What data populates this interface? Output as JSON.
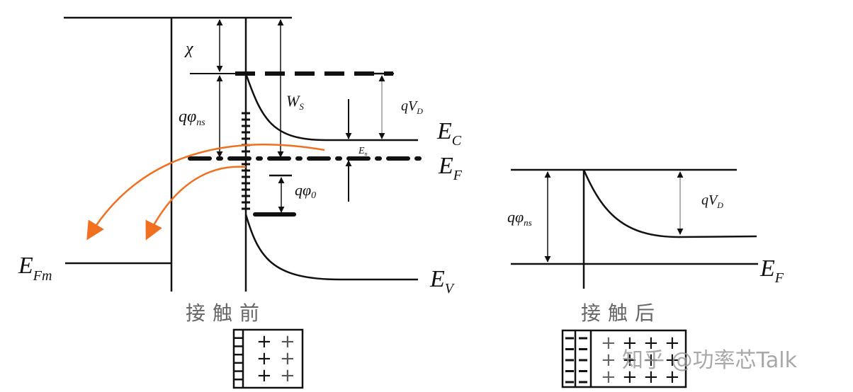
{
  "title": "Metal–semiconductor (Schottky) contact energy band diagram",
  "colors": {
    "line": "#111111",
    "electron_flow": "#f07020",
    "caption": "#666666",
    "watermark": "#9a9a9a"
  },
  "before_contact": {
    "caption": "接触前",
    "labels": {
      "chi": "χ",
      "q_phi_ns": "qφ",
      "q_phi_ns_sub": "ns",
      "W_s": "W",
      "W_s_sub": "S",
      "q_V_D": "qV",
      "q_V_D_sub": "D",
      "E_n": "E",
      "E_n_sub": "n",
      "q_phi_0": "qφ",
      "q_phi_0_sub": "0",
      "E_C": "E",
      "E_C_sub": "C",
      "E_F": "E",
      "E_F_sub": "F",
      "E_V": "E",
      "E_V_sub": "V",
      "E_Fm": "E",
      "E_Fm_sub": "Fm"
    },
    "charge_box": {
      "left_cells": 7,
      "plus_rows": 3,
      "plus_cols": 2,
      "symbol": "+"
    }
  },
  "after_contact": {
    "caption": "接触后",
    "labels": {
      "q_phi_ns": "qφ",
      "q_phi_ns_sub": "ns",
      "q_V_D": "qV",
      "q_V_D_sub": "D",
      "E_F": "E",
      "E_F_sub": "F"
    },
    "charge_box": {
      "minus_rows": 5,
      "minus_cols": 2,
      "plus_rows": 3,
      "plus_cols": 4,
      "plus": "+",
      "minus": "−"
    }
  },
  "watermark": "知乎 @功率芯Talk"
}
